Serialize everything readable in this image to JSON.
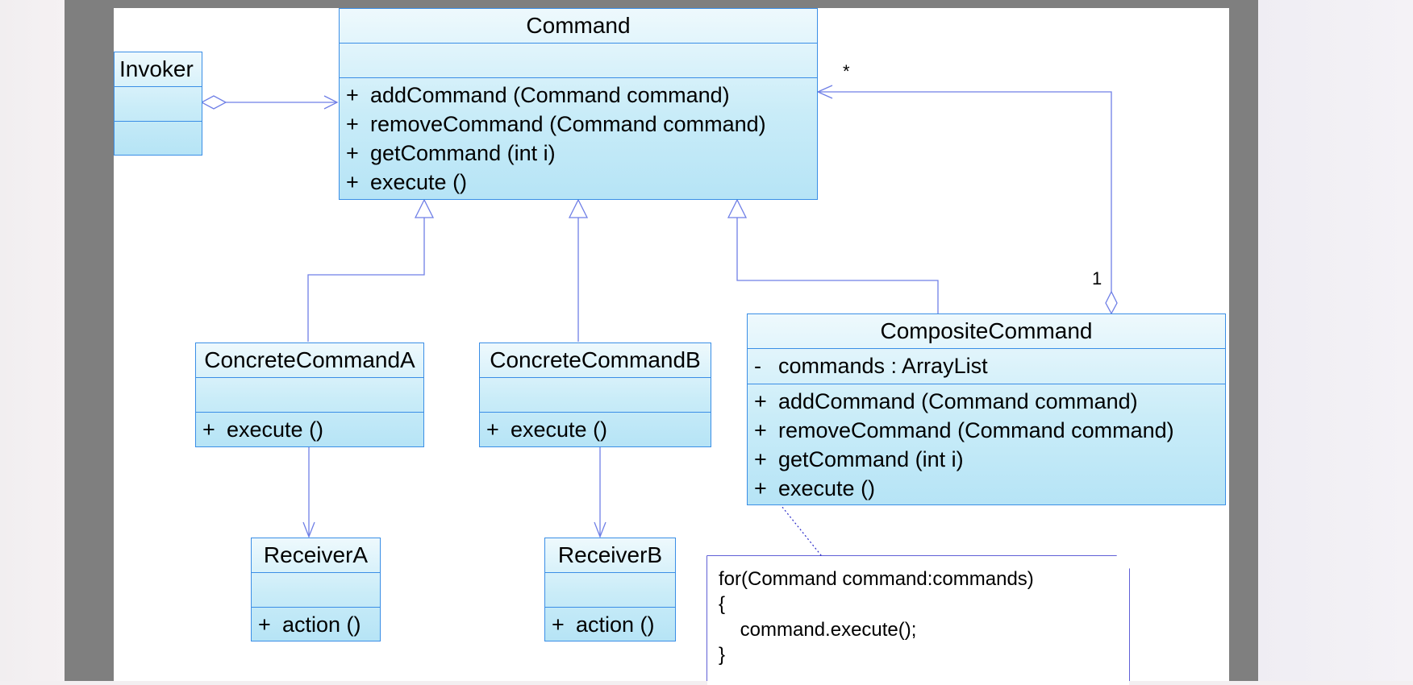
{
  "classes": {
    "command": {
      "name": "Command",
      "operations": [
        {
          "vis": "+",
          "sig": "addCommand (Command command)"
        },
        {
          "vis": "+",
          "sig": "removeCommand (Command command)"
        },
        {
          "vis": "+",
          "sig": "getCommand (int i)"
        },
        {
          "vis": "+",
          "sig": "execute ()"
        }
      ]
    },
    "invoker": {
      "name": "Invoker"
    },
    "concrete_a": {
      "name": "ConcreteCommandA",
      "operations": [
        {
          "vis": "+",
          "sig": "execute ()"
        }
      ]
    },
    "concrete_b": {
      "name": "ConcreteCommandB",
      "operations": [
        {
          "vis": "+",
          "sig": "execute ()"
        }
      ]
    },
    "composite": {
      "name": "CompositeCommand",
      "attributes": [
        {
          "vis": "-",
          "sig": "commands  : ArrayList"
        }
      ],
      "operations": [
        {
          "vis": "+",
          "sig": "addCommand (Command command)"
        },
        {
          "vis": "+",
          "sig": "removeCommand (Command command)"
        },
        {
          "vis": "+",
          "sig": "getCommand (int i)"
        },
        {
          "vis": "+",
          "sig": "execute ()"
        }
      ]
    },
    "receiver_a": {
      "name": "ReceiverA",
      "operations": [
        {
          "vis": "+",
          "sig": "action ()"
        }
      ]
    },
    "receiver_b": {
      "name": "ReceiverB",
      "operations": [
        {
          "vis": "+",
          "sig": "action ()"
        }
      ]
    }
  },
  "multiplicity": {
    "many": "*",
    "one": "1"
  },
  "note": {
    "lines": [
      "for(Command command:commands)",
      "{",
      "    command.execute();",
      "}"
    ]
  },
  "colors": {
    "class_border": "#3a8ee6",
    "connector": "#6f7fe6",
    "note_border": "#2a2ac8"
  }
}
